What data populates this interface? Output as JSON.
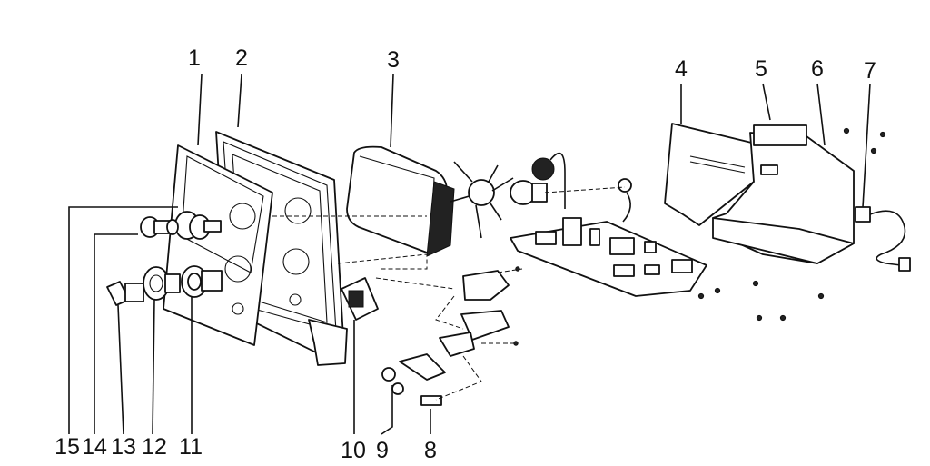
{
  "callouts": [
    {
      "label": "1"
    },
    {
      "label": "2"
    },
    {
      "label": "3"
    },
    {
      "label": "4"
    },
    {
      "label": "5"
    },
    {
      "label": "6"
    },
    {
      "label": "7"
    },
    {
      "label": "8"
    },
    {
      "label": "9"
    },
    {
      "label": "10"
    },
    {
      "label": "11"
    },
    {
      "label": "12"
    },
    {
      "label": "13"
    },
    {
      "label": "14"
    },
    {
      "label": "15"
    }
  ],
  "colors": {
    "ink": "#111111",
    "paper": "#ffffff"
  }
}
